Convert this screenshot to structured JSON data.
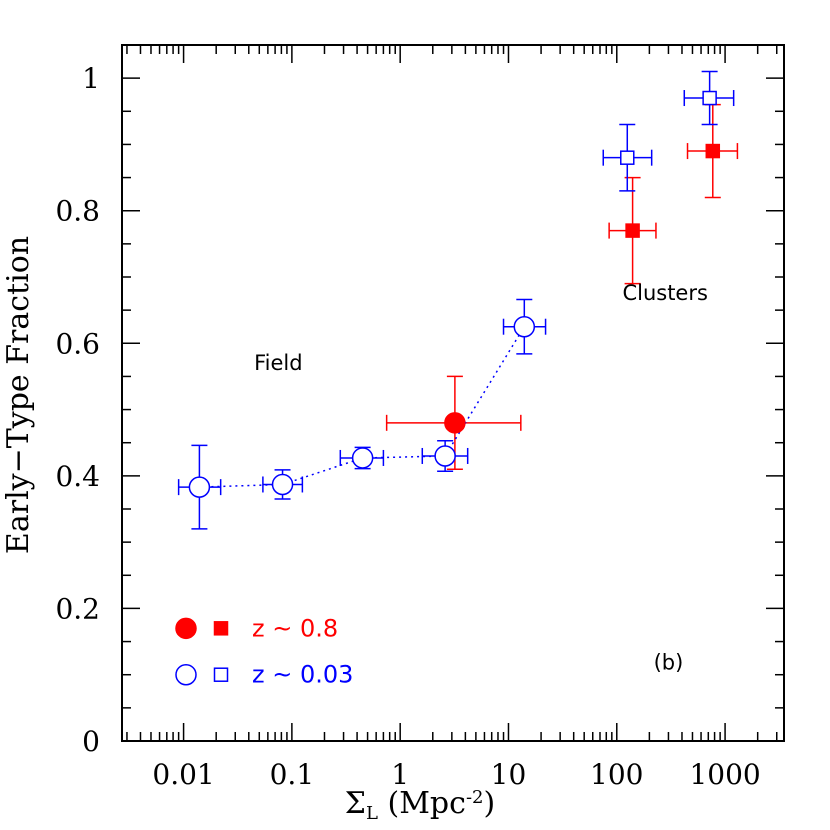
{
  "chart_data": {
    "type": "scatter",
    "title": "",
    "xlabel": "Σ",
    "xlabel_sub": "L",
    "xlabel_units_pre": "(Mpc",
    "xlabel_units_sup": "-2",
    "xlabel_units_post": ")",
    "ylabel": "Early−Type Fraction",
    "xscale": "log",
    "xlim": [
      0.0027,
      3500
    ],
    "ylim": [
      0,
      1.05
    ],
    "grid": false,
    "legend_position": "bottom-left",
    "x_tick_labels": [
      {
        "value": 0.01,
        "label": "0.01"
      },
      {
        "value": 0.1,
        "label": "0.1"
      },
      {
        "value": 1,
        "label": "1"
      },
      {
        "value": 10,
        "label": "10"
      },
      {
        "value": 100,
        "label": "100"
      },
      {
        "value": 1000,
        "label": "1000"
      }
    ],
    "y_tick_labels": [
      {
        "value": 0,
        "label": "0"
      },
      {
        "value": 0.2,
        "label": "0.2"
      },
      {
        "value": 0.4,
        "label": "0.4"
      },
      {
        "value": 0.6,
        "label": "0.6"
      },
      {
        "value": 0.8,
        "label": "0.8"
      },
      {
        "value": 1,
        "label": "1"
      }
    ],
    "series": [
      {
        "name": "z ~ 0.8",
        "color": "#ff0000",
        "marker": "filled-circle",
        "connected": false,
        "points": [
          {
            "x": 3.2,
            "y": 0.48,
            "xerr_lo": 0.75,
            "xerr_hi": 13,
            "yerr": 0.07
          }
        ]
      },
      {
        "name": "z ~ 0.8",
        "color": "#ff0000",
        "marker": "filled-square",
        "connected": false,
        "points": [
          {
            "x": 140,
            "y": 0.77,
            "xerr_lo": 85,
            "xerr_hi": 230,
            "yerr": 0.08
          },
          {
            "x": 770,
            "y": 0.89,
            "xerr_lo": 450,
            "xerr_hi": 1300,
            "yerr": 0.07
          }
        ]
      },
      {
        "name": "z ~ 0.03",
        "color": "#0000ff",
        "marker": "open-circle",
        "connected": true,
        "points": [
          {
            "x": 0.014,
            "y": 0.383,
            "xerr_lo": 0.009,
            "xerr_hi": 0.022,
            "yerr": 0.063
          },
          {
            "x": 0.082,
            "y": 0.387,
            "xerr_lo": 0.054,
            "xerr_hi": 0.125,
            "yerr": 0.022
          },
          {
            "x": 0.45,
            "y": 0.427,
            "xerr_lo": 0.28,
            "xerr_hi": 0.7,
            "yerr": 0.016
          },
          {
            "x": 2.6,
            "y": 0.43,
            "xerr_lo": 1.6,
            "xerr_hi": 4.2,
            "yerr": 0.023
          },
          {
            "x": 14,
            "y": 0.625,
            "xerr_lo": 9,
            "xerr_hi": 22,
            "yerr": 0.041
          }
        ]
      },
      {
        "name": "z ~ 0.03",
        "color": "#0000ff",
        "marker": "open-square",
        "connected": false,
        "points": [
          {
            "x": 125,
            "y": 0.88,
            "xerr_lo": 75,
            "xerr_hi": 210,
            "yerr": 0.05
          },
          {
            "x": 720,
            "y": 0.97,
            "xerr_lo": 420,
            "xerr_hi": 1200,
            "yerr": 0.04
          }
        ]
      }
    ],
    "annotations": [
      {
        "text": "Field",
        "x": 0.075,
        "y": 0.56
      },
      {
        "text": "Clusters",
        "x": 280,
        "y": 0.665
      },
      {
        "text": "(b)",
        "x": 300,
        "y": 0.108
      }
    ],
    "legend": [
      {
        "label": "z ~ 0.8",
        "color": "#ff0000",
        "markers": [
          "filled-circle",
          "filled-square"
        ]
      },
      {
        "label": "z ~ 0.03",
        "color": "#0000ff",
        "markers": [
          "open-circle",
          "open-square"
        ]
      }
    ]
  }
}
